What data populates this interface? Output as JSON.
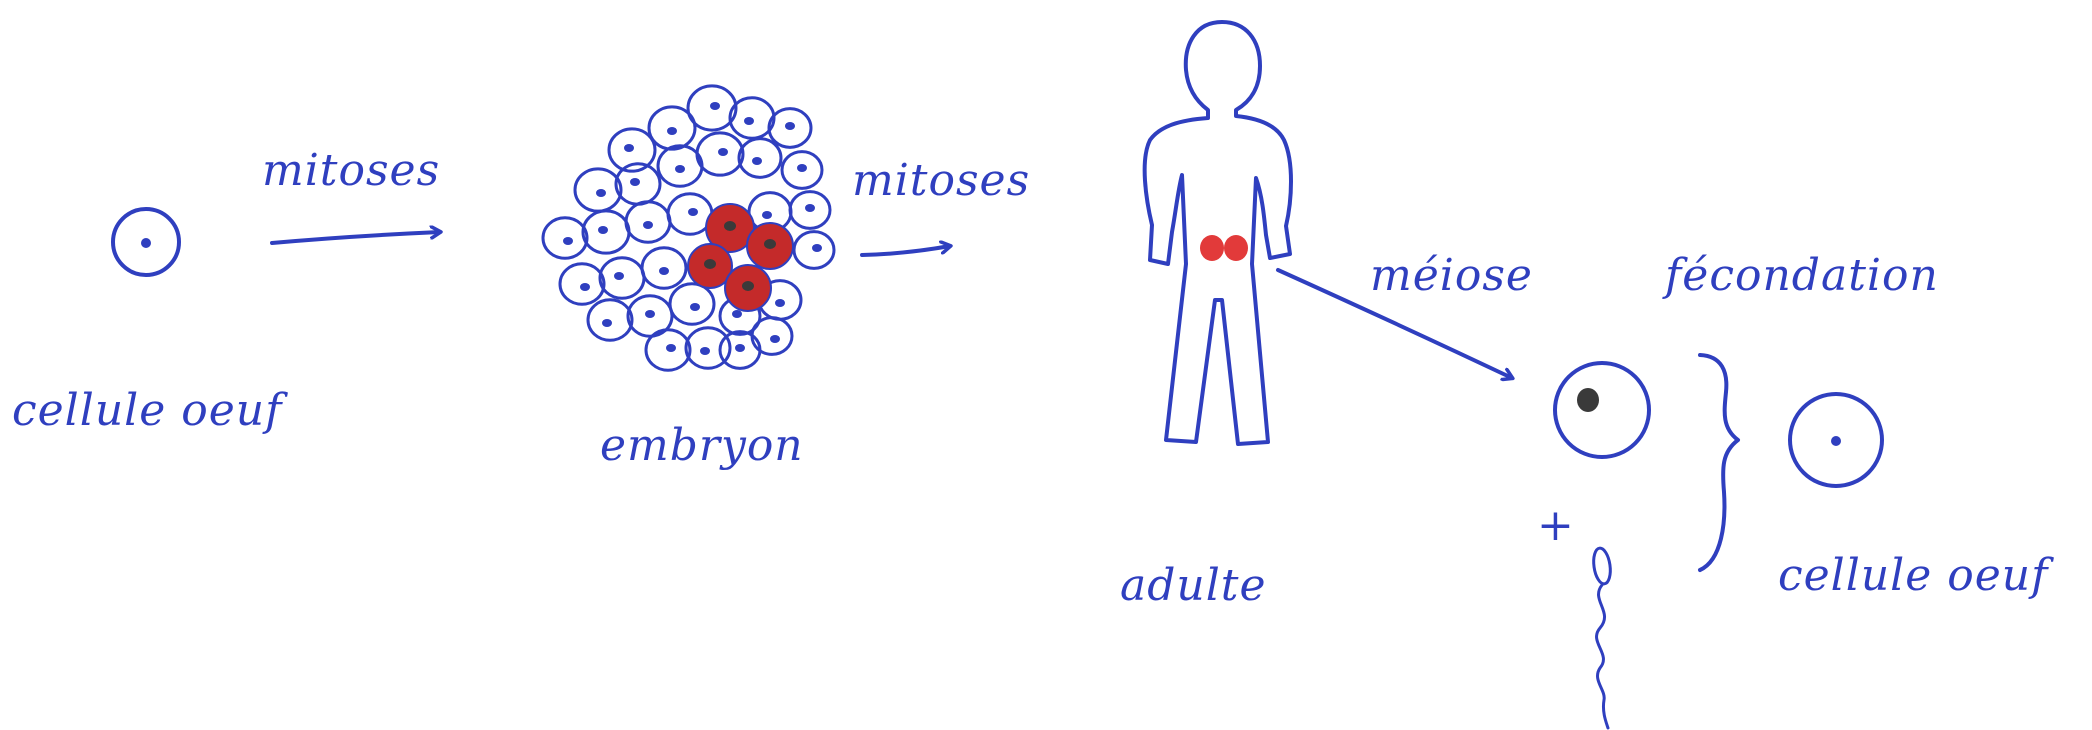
{
  "labels": {
    "zygote_left": "cellule oeuf",
    "arrow1": "mitoses",
    "embryo": "embryon",
    "arrow2": "mitoses",
    "adult": "adulte",
    "meiosis": "méiose",
    "fertilization": "fécondation",
    "plus": "+",
    "zygote_right": "cellule oeuf"
  },
  "colors": {
    "ink": "#2f3fbf",
    "germ_cells": "#c42a2a",
    "gonads": "#e23a3a",
    "nucleus_dark": "#3a3a3a"
  }
}
